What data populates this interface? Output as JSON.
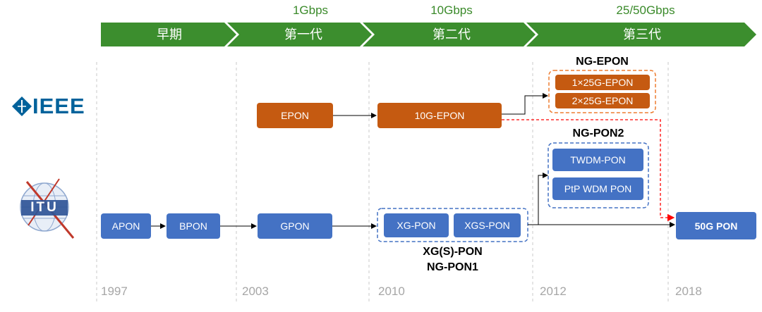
{
  "speeds": {
    "gen1": "1Gbps",
    "gen2": "10Gbps",
    "gen3": "25/50Gbps"
  },
  "generations": {
    "early": "早期",
    "gen1": "第一代",
    "gen2": "第二代",
    "gen3": "第三代"
  },
  "colors": {
    "banner": "#3c8e2e",
    "ieee": "#c55a11",
    "itu": "#4472c4",
    "cross_link": "#ff0000"
  },
  "logos": {
    "ieee": "IEEE",
    "itu": "ITU"
  },
  "ieee_nodes": {
    "epon": "EPON",
    "ten_g_epon": "10G-EPON",
    "ng_epon_title": "NG-EPON",
    "ng_epon_1": "1×25G-EPON",
    "ng_epon_2": "2×25G-EPON"
  },
  "itu_nodes": {
    "apon": "APON",
    "bpon": "BPON",
    "gpon": "GPON",
    "xg_pon": "XG-PON",
    "xgs_pon": "XGS-PON",
    "xgs_group_line1": "XG(S)-PON",
    "xgs_group_line2": "NG-PON1",
    "ng_pon2_title": "NG-PON2",
    "twdm_pon": "TWDM-PON",
    "ptp_wdm_pon": "PtP WDM PON",
    "fifty_g_pon": "50G PON"
  },
  "years": {
    "y1997": "1997",
    "y2003": "2003",
    "y2010": "2010",
    "y2012": "2012",
    "y2018": "2018"
  }
}
